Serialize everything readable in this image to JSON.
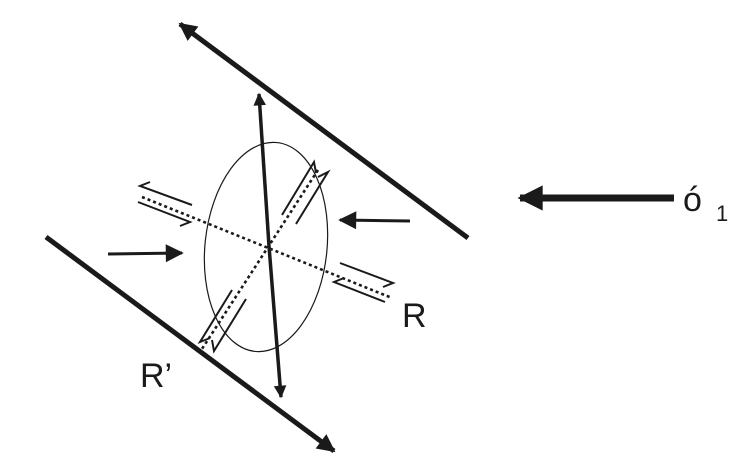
{
  "labels": {
    "sigma": "ó",
    "sigma_subscript": "1",
    "shear_r": "R",
    "shear_r_prime": "R’"
  },
  "colors": {
    "ink": "#1a1a1a",
    "background": "#ffffff"
  }
}
